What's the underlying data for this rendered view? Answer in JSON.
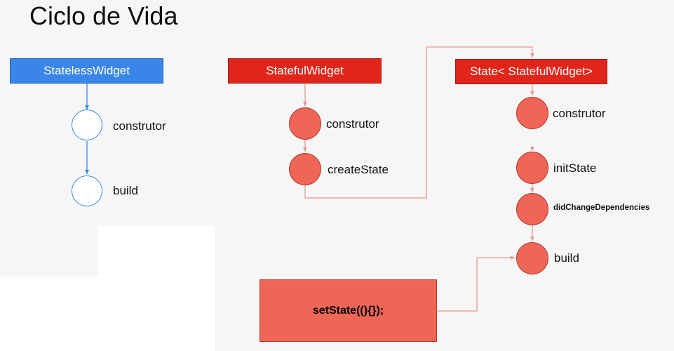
{
  "title": "Ciclo de Vida",
  "stateless": {
    "header": "StatelessWidget",
    "steps": [
      "construtor",
      "build"
    ]
  },
  "stateful": {
    "header": "StatefulWidget",
    "steps": [
      "construtor",
      "createState"
    ]
  },
  "state": {
    "header": "State< StatefulWidget>",
    "steps": [
      "construtor",
      "initState",
      "didChangeDependencies",
      "build"
    ]
  },
  "set_state": {
    "label": "setState((){});"
  },
  "colors": {
    "blue_header": "#3a86e8",
    "red_header": "#e0261b",
    "red_node": "#ef6657",
    "blue_connector": "#3a86e8",
    "red_connector": "#e59a90"
  }
}
